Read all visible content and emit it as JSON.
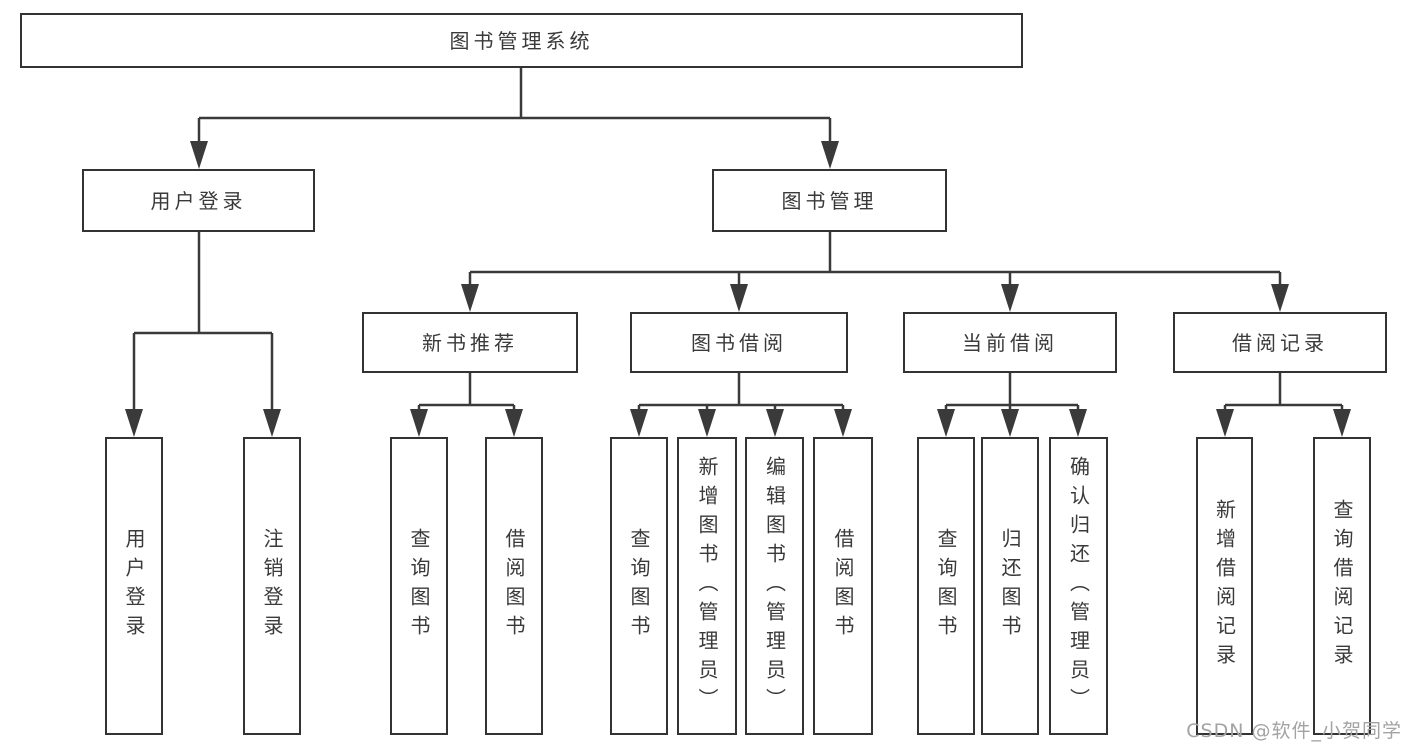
{
  "diagram": {
    "type": "tree",
    "root": {
      "label": "图书管理系统",
      "children": [
        {
          "label": "用户登录",
          "children": [
            {
              "label": "用户登录"
            },
            {
              "label": "注销登录"
            }
          ]
        },
        {
          "label": "图书管理",
          "children": [
            {
              "label": "新书推荐",
              "children": [
                {
                  "label": "查询图书"
                },
                {
                  "label": "借阅图书"
                }
              ]
            },
            {
              "label": "图书借阅",
              "children": [
                {
                  "label": "查询图书"
                },
                {
                  "label": "新增图书（管理员）"
                },
                {
                  "label": "编辑图书（管理员）"
                },
                {
                  "label": "借阅图书"
                }
              ]
            },
            {
              "label": "当前借阅",
              "children": [
                {
                  "label": "查询图书"
                },
                {
                  "label": "归还图书"
                },
                {
                  "label": "确认归还（管理员）"
                }
              ]
            },
            {
              "label": "借阅记录",
              "children": [
                {
                  "label": "新增借阅记录"
                },
                {
                  "label": "查询借阅记录"
                }
              ]
            }
          ]
        }
      ]
    }
  },
  "watermark": {
    "text": "CSDN @软件_小贺同学"
  },
  "colors": {
    "line": "#3a3a3a",
    "text": "#3a3a3a",
    "border": "#333333",
    "watermark": "#a3a3a3",
    "background": "#ffffff"
  }
}
